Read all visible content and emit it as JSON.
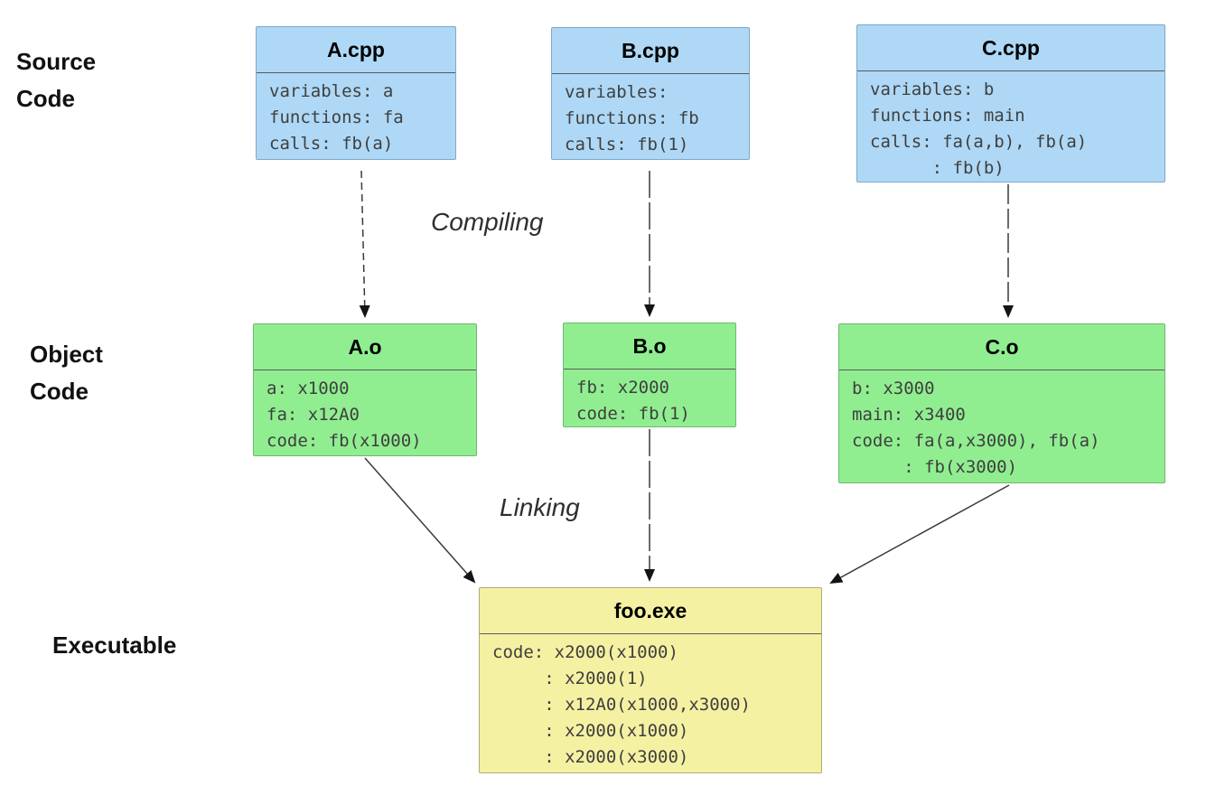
{
  "diagram": {
    "row_labels": {
      "source": {
        "line1": "Source",
        "line2": "Code"
      },
      "object": {
        "line1": "Object",
        "line2": "Code"
      },
      "executable": {
        "line1": "Executable"
      }
    },
    "stage_labels": {
      "compiling": "Compiling",
      "linking": "Linking"
    },
    "boxes": {
      "a_cpp": {
        "title": "A.cpp",
        "lines": [
          "variables: a",
          "functions: fa",
          "calls: fb(a)"
        ]
      },
      "b_cpp": {
        "title": "B.cpp",
        "lines": [
          "variables:",
          "functions: fb",
          "calls: fb(1)"
        ]
      },
      "c_cpp": {
        "title": "C.cpp",
        "lines": [
          "variables: b",
          "functions: main",
          "calls: fa(a,b), fb(a)",
          "      : fb(b)"
        ]
      },
      "a_o": {
        "title": "A.o",
        "lines": [
          "a: x1000",
          "fa: x12A0",
          "code: fb(x1000)"
        ]
      },
      "b_o": {
        "title": "B.o",
        "lines": [
          "fb: x2000",
          "code: fb(1)"
        ]
      },
      "c_o": {
        "title": "C.o",
        "lines": [
          "b: x3000",
          "main: x3400",
          "code: fa(a,x3000), fb(a)",
          "     : fb(x3000)"
        ]
      },
      "foo_exe": {
        "title": "foo.exe",
        "lines": [
          "code: x2000(x1000)",
          "     : x2000(1)",
          "     : x12A0(x1000,x3000)",
          "     : x2000(x1000)",
          "     : x2000(x3000)"
        ]
      }
    },
    "colors": {
      "source_fill": "#aed8f5",
      "source_border": "#7fa8c9",
      "object_fill": "#90ee90",
      "object_border": "#6fb86f",
      "executable_fill": "#f5f1a3",
      "executable_border": "#afab7a",
      "arrow_stroke": "#3a3a3a"
    }
  }
}
